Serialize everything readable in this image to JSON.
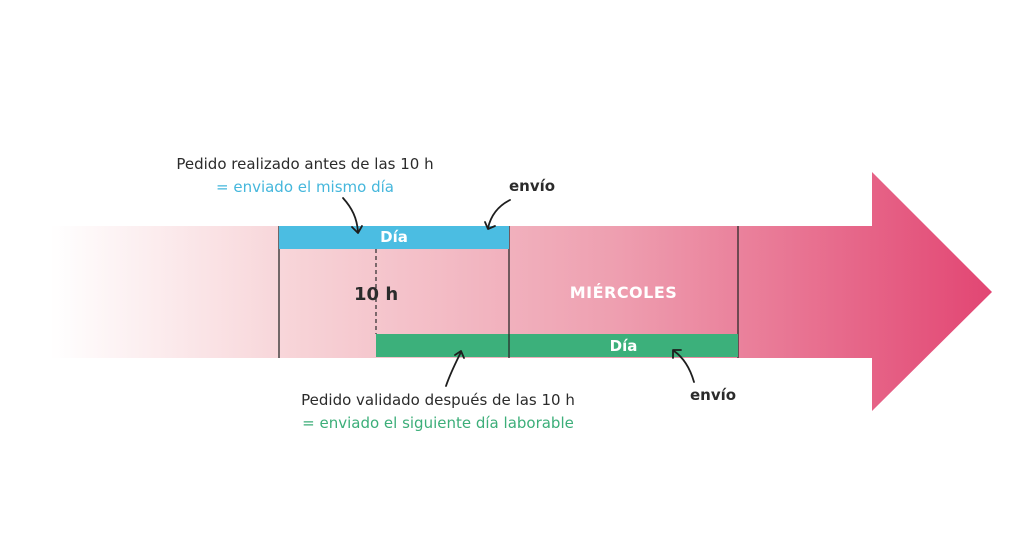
{
  "top_note": {
    "line1": "Pedido realizado antes de las 10 h",
    "line2": "= enviado el mismo día"
  },
  "bottom_note": {
    "line1": "Pedido validado después de las 10 h",
    "line2": "= enviado el siguiente día laborable"
  },
  "top_bar": {
    "label": "Día"
  },
  "bottom_bar": {
    "label": "Día"
  },
  "cutoff_label": "10 h",
  "day_label": "MIÉRCOLES",
  "shipping_top": "envío",
  "shipping_bottom": "envío",
  "colors": {
    "arrow_light": "#f9e3e5",
    "arrow_dark": "#e24673",
    "blue_bar": "#4bbde2",
    "green_bar": "#3cb07b",
    "blue_text": "#45b7dc",
    "green_text": "#3cae79",
    "dark_text": "#2b2b2b"
  }
}
